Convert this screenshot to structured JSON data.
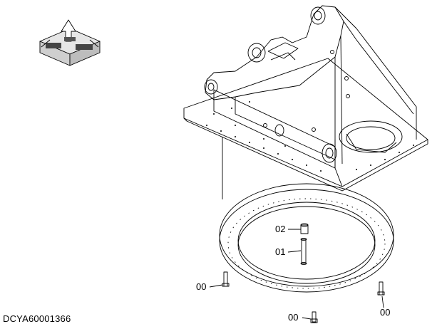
{
  "document_code": "DCYA60001366",
  "callouts": {
    "part_02": "02",
    "part_01": "01",
    "part_00_left": "00",
    "part_00_right": "00",
    "part_00_bottom": "00"
  },
  "icons": {
    "orientation_badge": "front-right-orientation-icon",
    "upper_frame": "upper-frame-icon",
    "swing_bearing": "swing-bearing-ring-icon",
    "bolt": "bolt-icon",
    "bushing": "bushing-icon"
  },
  "colors": {
    "line": "#000000",
    "background": "#ffffff"
  }
}
